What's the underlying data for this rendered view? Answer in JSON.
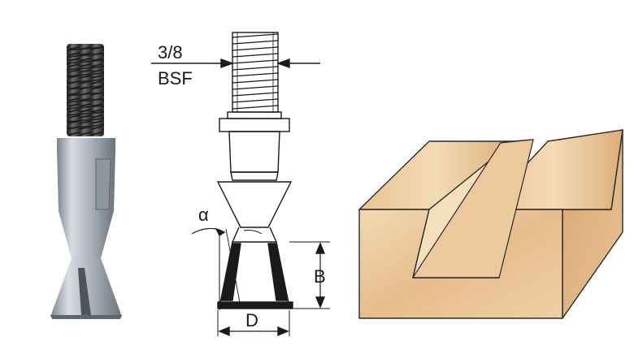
{
  "figure": {
    "thread_label_line1": "3/8",
    "thread_label_line2": "BSF",
    "angle_label": "α",
    "dim_height_label": "B",
    "dim_diameter_label": "D"
  },
  "colors": {
    "steel_light": "#d7dbe0",
    "steel_mid": "#a9b0b8",
    "steel_dark": "#5f666e",
    "thread_dark": "#3a3a3a",
    "line": "#1a1a1a",
    "wood_light": "#f1d4aa",
    "wood_mid": "#e3b98a",
    "wood_dark": "#c9935c"
  },
  "icons": {
    "photo": "dovetail-router-bit-photo",
    "drawing": "dovetail-bit-technical-drawing",
    "block": "dovetail-groove-wood-block"
  }
}
